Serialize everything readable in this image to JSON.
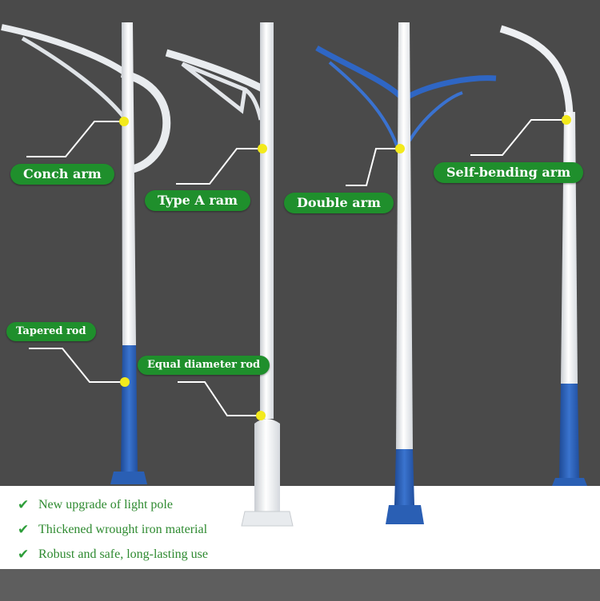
{
  "colors": {
    "background": "#4a4a4a",
    "label_green": "#1f8f2c",
    "pole_white": "#f2f4f6",
    "pole_blue": "#2a5fb4",
    "marker_yellow": "#f3ea1c",
    "feature_green": "#2e8a30"
  },
  "labels": {
    "conch_arm": "Conch arm",
    "type_a_ram": "Type A ram",
    "double_arm": "Double arm",
    "self_bending_arm": "Self-bending arm",
    "tapered_rod": "Tapered rod",
    "equal_diameter_rod": "Equal diameter rod"
  },
  "features": [
    {
      "icon": "check-icon",
      "text": "New upgrade of light pole"
    },
    {
      "icon": "check-icon",
      "text": "Thickened wrought iron material"
    },
    {
      "icon": "check-icon",
      "text": "Robust and safe, long-lasting use"
    }
  ]
}
